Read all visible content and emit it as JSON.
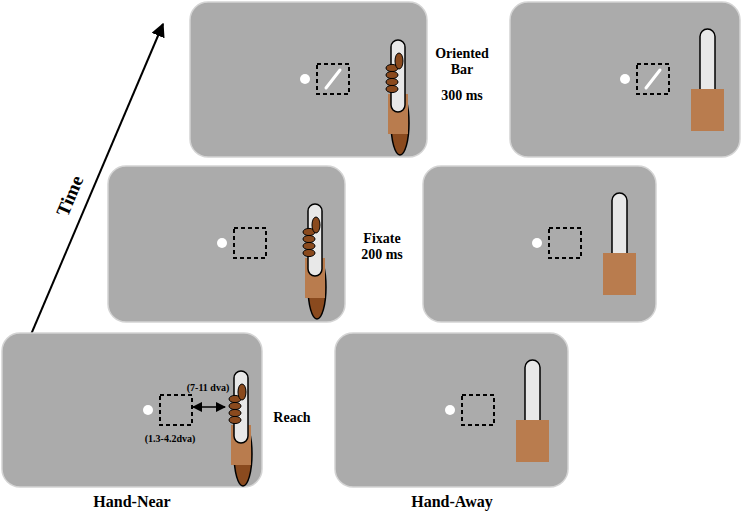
{
  "diagram": {
    "labels": [
      "Time",
      "Oriented Bar",
      "300 ms",
      "Fixate 200 ms",
      "Reach",
      "(7-11 dva)",
      "(1.3-4.2dva)",
      "Hand-Near",
      "Hand-Away"
    ]
  }
}
